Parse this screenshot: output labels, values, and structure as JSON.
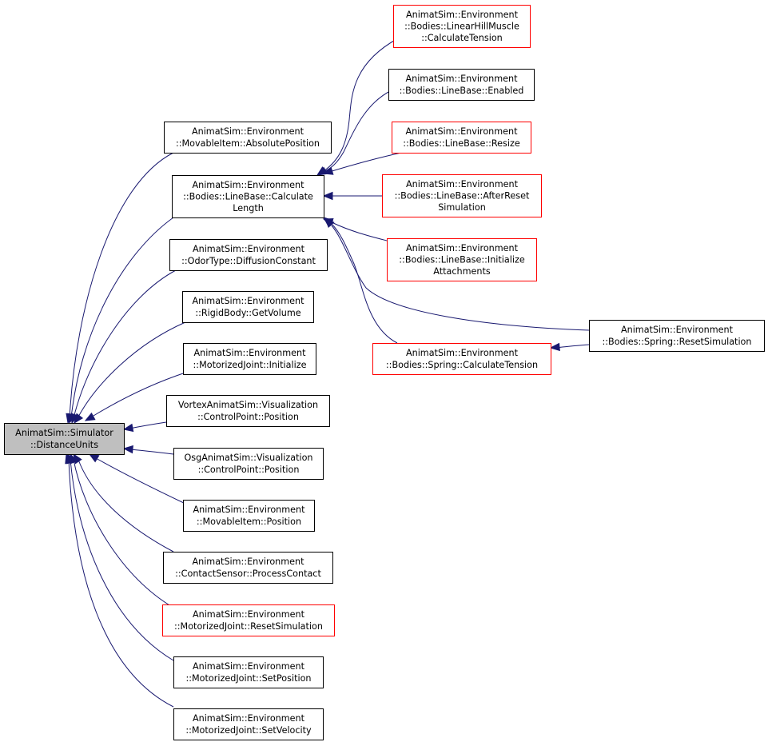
{
  "graph": {
    "root": {
      "id": "root",
      "lines": [
        "AnimatSim::Simulator",
        "::DistanceUnits"
      ],
      "style": "current"
    },
    "nodes": [
      {
        "id": "n_abs_pos",
        "lines": [
          "AnimatSim::Environment",
          "::MovableItem::AbsolutePosition"
        ],
        "style": "black"
      },
      {
        "id": "n_calc_len",
        "lines": [
          "AnimatSim::Environment",
          "::Bodies::LineBase::Calculate",
          "Length"
        ],
        "style": "black"
      },
      {
        "id": "n_diffusion",
        "lines": [
          "AnimatSim::Environment",
          "::OdorType::DiffusionConstant"
        ],
        "style": "black"
      },
      {
        "id": "n_getvolume",
        "lines": [
          "AnimatSim::Environment",
          "::RigidBody::GetVolume"
        ],
        "style": "black"
      },
      {
        "id": "n_mj_init",
        "lines": [
          "AnimatSim::Environment",
          "::MotorizedJoint::Initialize"
        ],
        "style": "black"
      },
      {
        "id": "n_vortex_cp",
        "lines": [
          "VortexAnimatSim::Visualization",
          "::ControlPoint::Position"
        ],
        "style": "black"
      },
      {
        "id": "n_osg_cp",
        "lines": [
          "OsgAnimatSim::Visualization",
          "::ControlPoint::Position"
        ],
        "style": "black"
      },
      {
        "id": "n_mi_pos",
        "lines": [
          "AnimatSim::Environment",
          "::MovableItem::Position"
        ],
        "style": "black"
      },
      {
        "id": "n_contact",
        "lines": [
          "AnimatSim::Environment",
          "::ContactSensor::ProcessContact"
        ],
        "style": "black"
      },
      {
        "id": "n_mj_reset",
        "lines": [
          "AnimatSim::Environment",
          "::MotorizedJoint::ResetSimulation"
        ],
        "style": "red"
      },
      {
        "id": "n_mj_setpos",
        "lines": [
          "AnimatSim::Environment",
          "::MotorizedJoint::SetPosition"
        ],
        "style": "black"
      },
      {
        "id": "n_mj_setvel",
        "lines": [
          "AnimatSim::Environment",
          "::MotorizedJoint::SetVelocity"
        ],
        "style": "black"
      },
      {
        "id": "n_lhm_tension",
        "lines": [
          "AnimatSim::Environment",
          "::Bodies::LinearHillMuscle",
          "::CalculateTension"
        ],
        "style": "red"
      },
      {
        "id": "n_lb_enabled",
        "lines": [
          "AnimatSim::Environment",
          "::Bodies::LineBase::Enabled"
        ],
        "style": "black"
      },
      {
        "id": "n_lb_resize",
        "lines": [
          "AnimatSim::Environment",
          "::Bodies::LineBase::Resize"
        ],
        "style": "red"
      },
      {
        "id": "n_lb_afterreset",
        "lines": [
          "AnimatSim::Environment",
          "::Bodies::LineBase::AfterReset",
          "Simulation"
        ],
        "style": "red"
      },
      {
        "id": "n_lb_initattach",
        "lines": [
          "AnimatSim::Environment",
          "::Bodies::LineBase::Initialize",
          "Attachments"
        ],
        "style": "red"
      },
      {
        "id": "n_spring_tension",
        "lines": [
          "AnimatSim::Environment",
          "::Bodies::Spring::CalculateTension"
        ],
        "style": "red"
      },
      {
        "id": "n_spring_reset",
        "lines": [
          "AnimatSim::Environment",
          "::Bodies::Spring::ResetSimulation"
        ],
        "style": "black"
      }
    ],
    "edges": [
      {
        "from": "n_abs_pos",
        "to": "root"
      },
      {
        "from": "n_calc_len",
        "to": "root"
      },
      {
        "from": "n_diffusion",
        "to": "root"
      },
      {
        "from": "n_getvolume",
        "to": "root"
      },
      {
        "from": "n_mj_init",
        "to": "root"
      },
      {
        "from": "n_vortex_cp",
        "to": "root"
      },
      {
        "from": "n_osg_cp",
        "to": "root"
      },
      {
        "from": "n_mi_pos",
        "to": "root"
      },
      {
        "from": "n_contact",
        "to": "root"
      },
      {
        "from": "n_mj_reset",
        "to": "root"
      },
      {
        "from": "n_mj_setpos",
        "to": "root"
      },
      {
        "from": "n_mj_setvel",
        "to": "root"
      },
      {
        "from": "n_lhm_tension",
        "to": "n_calc_len"
      },
      {
        "from": "n_lb_enabled",
        "to": "n_calc_len"
      },
      {
        "from": "n_lb_resize",
        "to": "n_calc_len"
      },
      {
        "from": "n_lb_afterreset",
        "to": "n_calc_len"
      },
      {
        "from": "n_lb_initattach",
        "to": "n_calc_len"
      },
      {
        "from": "n_spring_tension",
        "to": "n_calc_len"
      },
      {
        "from": "n_spring_reset",
        "to": "n_calc_len"
      },
      {
        "from": "n_spring_reset",
        "to": "n_spring_tension"
      }
    ],
    "colors": {
      "edge": "#191970",
      "node_border_black": "#000000",
      "node_border_red": "#ff0000",
      "current_fill": "#bfbfbf",
      "current_border": "#000000",
      "text": "#000000"
    }
  }
}
